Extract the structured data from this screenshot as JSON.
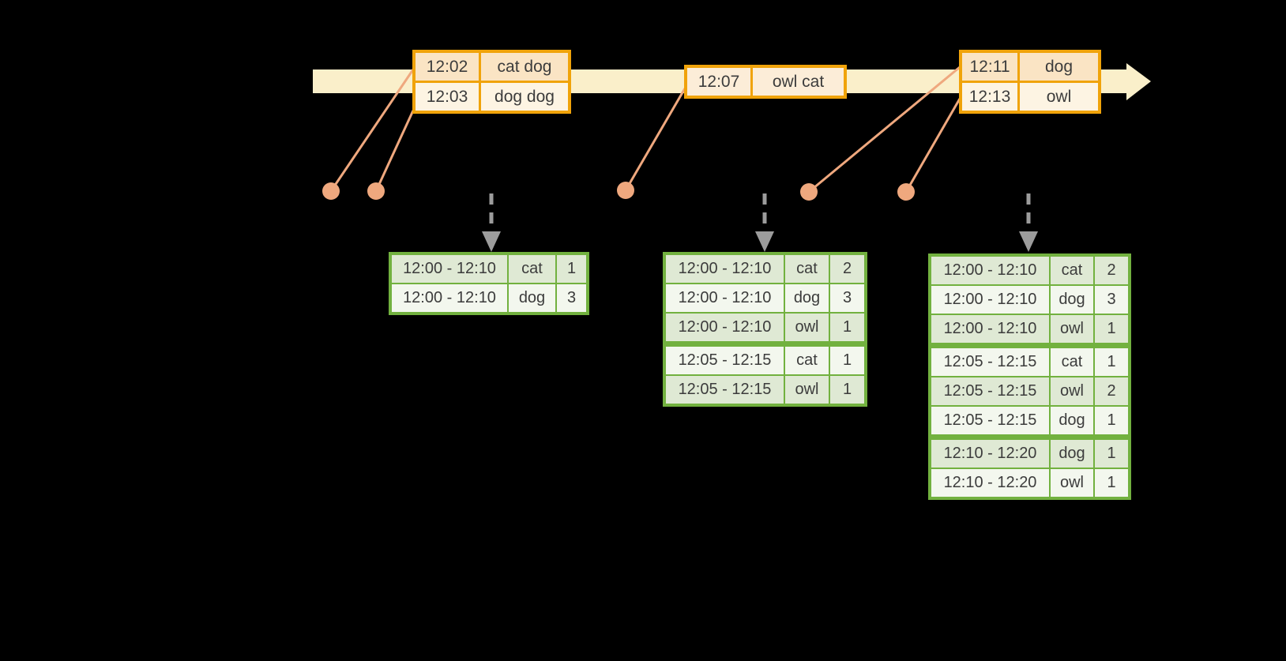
{
  "colors": {
    "background": "#000000",
    "timeline_fill": "#FAEFCA",
    "event_border": "#F0A30A",
    "event_row_dark": "#FAE4C4",
    "event_row_light": "#FDF4E3",
    "event_row_mid": "#FCEDD8",
    "connector": "#EFA87E",
    "trigger_arrow": "#9C9C9C",
    "result_border": "#72B13F",
    "result_row_dark": "#DFE9D4",
    "result_row_light": "#F3F7EE",
    "text": "#3C3C3C"
  },
  "event_tables": [
    {
      "name": "event-table-12-02",
      "rows": [
        {
          "time": "12:02",
          "words": "cat dog",
          "shade": "dark"
        },
        {
          "time": "12:03",
          "words": "dog dog",
          "shade": "light"
        }
      ]
    },
    {
      "name": "event-table-12-07",
      "rows": [
        {
          "time": "12:07",
          "words": "owl cat",
          "shade": "mid"
        }
      ]
    },
    {
      "name": "event-table-12-11",
      "rows": [
        {
          "time": "12:11",
          "words": "dog",
          "shade": "dark"
        },
        {
          "time": "12:13",
          "words": "owl",
          "shade": "light"
        }
      ]
    }
  ],
  "result_tables": [
    {
      "name": "result-table-1",
      "groups": [
        2
      ],
      "rows": [
        [
          "12:00 - 12:10",
          "cat",
          "1"
        ],
        [
          "12:00 - 12:10",
          "dog",
          "3"
        ]
      ]
    },
    {
      "name": "result-table-2",
      "groups": [
        3,
        2
      ],
      "rows": [
        [
          "12:00 - 12:10",
          "cat",
          "2"
        ],
        [
          "12:00 - 12:10",
          "dog",
          "3"
        ],
        [
          "12:00 - 12:10",
          "owl",
          "1"
        ],
        [
          "12:05 - 12:15",
          "cat",
          "1"
        ],
        [
          "12:05 - 12:15",
          "owl",
          "1"
        ]
      ]
    },
    {
      "name": "result-table-3",
      "groups": [
        3,
        3,
        2
      ],
      "rows": [
        [
          "12:00 - 12:10",
          "cat",
          "2"
        ],
        [
          "12:00 - 12:10",
          "dog",
          "3"
        ],
        [
          "12:00 - 12:10",
          "owl",
          "1"
        ],
        [
          "12:05 - 12:15",
          "cat",
          "1"
        ],
        [
          "12:05 - 12:15",
          "owl",
          "2"
        ],
        [
          "12:05 - 12:15",
          "dog",
          "1"
        ],
        [
          "12:10 - 12:20",
          "dog",
          "1"
        ],
        [
          "12:10 - 12:20",
          "owl",
          "1"
        ]
      ]
    }
  ]
}
